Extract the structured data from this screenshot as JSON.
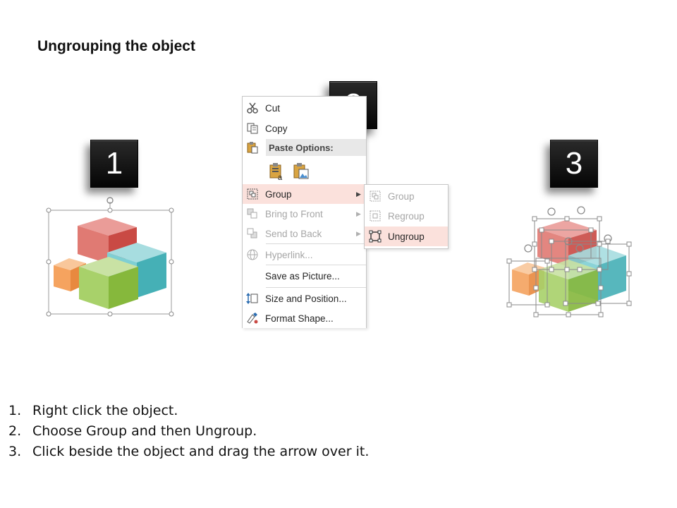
{
  "slide": {
    "title": "Ungrouping the object"
  },
  "badges": [
    "1",
    "2",
    "3"
  ],
  "context_menu": {
    "cut": "Cut",
    "copy": "Copy",
    "paste_options": "Paste Options:",
    "group": "Group",
    "bring_to_front": "Bring to Front",
    "send_to_back": "Send to Back",
    "hyperlink": "Hyperlink...",
    "save_as_picture": "Save as Picture...",
    "size_and_position": "Size and Position...",
    "format_shape": "Format Shape..."
  },
  "group_submenu": {
    "group": "Group",
    "regroup": "Regroup",
    "ungroup": "Ungroup"
  },
  "instructions": [
    {
      "num": "1.",
      "text": "Right click the object."
    },
    {
      "num": "2.",
      "text": "Choose Group and then Ungroup."
    },
    {
      "num": "3.",
      "text": "Click beside the object and drag the arrow over it."
    }
  ],
  "colors": {
    "red_cube": "#e07a73",
    "teal_cube": "#5bbfc4",
    "orange_cube": "#f5a35f",
    "green_cube": "#96c74a",
    "menu_highlight": "#fbe1dc"
  },
  "icons": [
    "scissors-icon",
    "copy-icon",
    "paste-icon",
    "paste-keep-text-icon",
    "paste-picture-icon",
    "group-icon",
    "bring-to-front-icon",
    "send-to-back-icon",
    "hyperlink-icon",
    "size-position-icon",
    "format-shape-icon",
    "rotate-handle-icon"
  ]
}
